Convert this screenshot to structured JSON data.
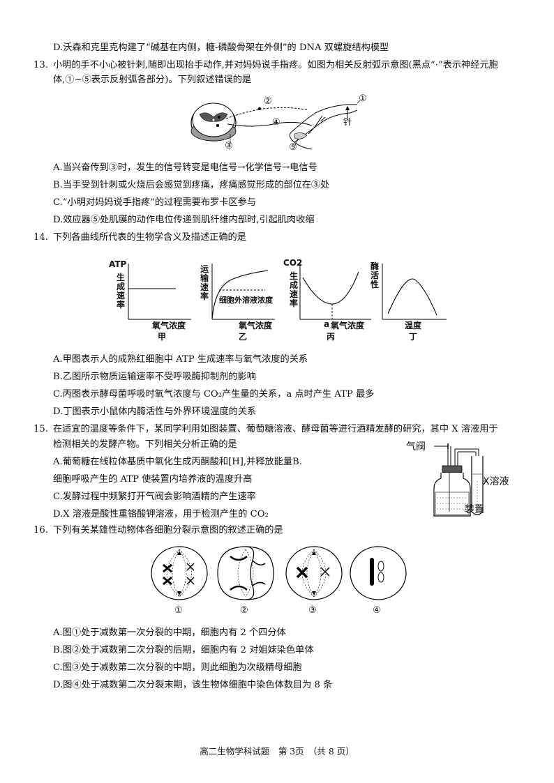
{
  "q12": {
    "optD": "D.沃森和克里克构建了“碱基在内侧，糖-磷酸骨架在外侧”的 DNA 双螺旋结构模型"
  },
  "q13": {
    "num": "13.",
    "stem1": "小明的手不小心被针刺,随即出现抬手动作,并对妈妈说手指疼。如图为相关反射弧示意图(黑点“·”表示神经元胞",
    "stem2": "体,①~⑤表示反射弧各部分)。下列叙述错误的是",
    "fig_labels": {
      "n1": "①",
      "n2": "②",
      "n3": "③",
      "n4": "④",
      "n5": "⑤",
      "needle": "针"
    },
    "optA": "A.当兴奋传到③时，发生的信号转变是电信号→化学信号→电信号",
    "optB": "B.当手受到针刺或火烧后会感觉到疼痛，疼痛感觉形成的部位在③处",
    "optC": "C.“小明对妈妈说手指疼”的过程需要布罗卡区参与",
    "optD": "D.效应器⑤处肌膜的动作电位传递到肌纤维内部时,引起肌肉收缩"
  },
  "q14": {
    "num": "14.",
    "stem": "下列各曲线所代表的生物学含义及描述正确的是",
    "graphs": {
      "jia": {
        "ylabel_top": "ATP",
        "ylabel": "生成速率",
        "xlabel": "氧气浓度",
        "caption": "甲"
      },
      "yi": {
        "ylabel": "运输速率",
        "xlabel": "氧气浓度",
        "annotation": "细胞外溶液浓度",
        "caption": "乙"
      },
      "bing": {
        "ylabel_top": "CO2",
        "ylabel": "生成速率",
        "xlabel": "氧气浓度",
        "point": "a",
        "caption": "丙"
      },
      "ding": {
        "ylabel": "酶活性",
        "xlabel": "温度",
        "caption": "丁"
      }
    },
    "optA": "A.甲图表示人的成熟红细胞中 ATP 生成速率与氧气浓度的关系",
    "optB": "B.乙图所示物质运输速率不受呼吸酶抑制剂的影响",
    "optC": "C.丙图表示酵母菌呼吸时氧气浓度与 CO₂产生量的关系，a 点时产生 ATP 最多",
    "optD": "D.丁图表示小鼠体内酶活性与外界环境温度的关系"
  },
  "q15": {
    "num": "15.",
    "stem1": "在适宜的温度等条件下，某同学利用如图装置、葡萄糖溶液、酵母菌等进行酒精发酵的研究，其中 X 溶液用于",
    "stem2": "检测相关的发酵产物。下列相关分析正确的是",
    "optA_line1": "A.葡萄糖在线粒体基质中氧化生成丙酮酸和[H],并释放能量B.",
    "optA_line2": "细胞呼吸产生的 ATP 使装置内培养液的温度升高",
    "optC": "C.发酵过程中频繁打开气阀会影响酒精的产生速率",
    "optD": "D.X 溶液是酸性重铬酸钾溶液，用于检测产生的 CO₂",
    "fig_labels": {
      "valve": "气阀",
      "x_solution": "X溶液",
      "device": "装置"
    }
  },
  "q16": {
    "num": "16.",
    "stem": "下列有关某雄性动物体各细胞分裂示意图的叙述正确的是",
    "captions": [
      "①",
      "②",
      "③",
      "④"
    ],
    "optA": "A.图①处于减数第一次分裂的中期，细胞内有 2 个四分体",
    "optB": "B.图②处于减数第二次分裂的后期，细胞内有 2 对姐妹染色单体",
    "optC": "C.图③处于减数第二次分裂的中期，则此细胞为次级精母细胞",
    "optD": "D.图④处于减数第二次分裂末期，该生物体细胞中染色体数目为 8 条"
  },
  "footer": "高二生物学科试题　第 3页　（共 8 页）"
}
